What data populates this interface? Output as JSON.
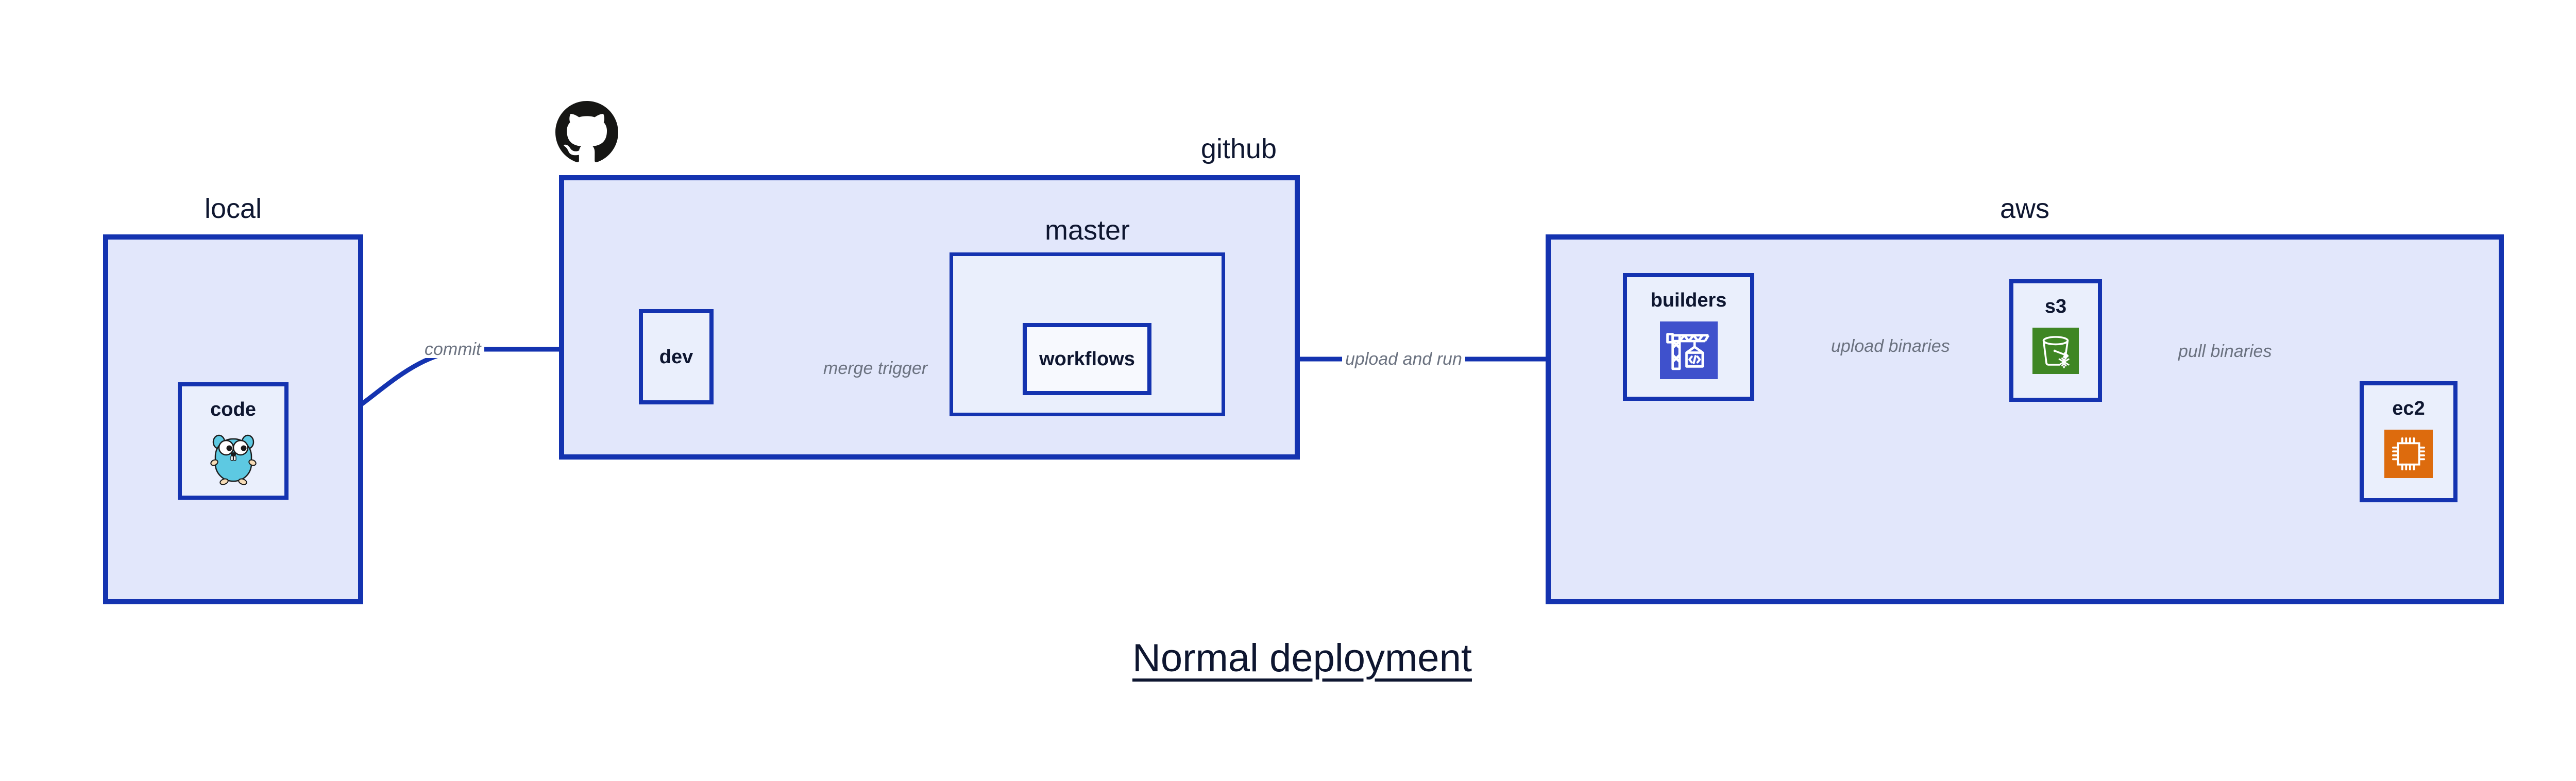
{
  "title": "Normal deployment",
  "colors": {
    "edge": "#1433b0",
    "border": "#1433b0",
    "group_fill": "#e2e7fb",
    "subgroup_fill": "#eaeffc",
    "node_fill": "#eaeffc",
    "node_fill_white": "#f7f9fe",
    "text": "#0e1630",
    "edge_label_text": "#6b7280",
    "builders_icon": "#3f51cc",
    "s3_icon": "#3f8624",
    "ec2_icon": "#dd6b0d",
    "gopher": "#5dc9e2",
    "github_logo": "#161614"
  },
  "groups": [
    {
      "id": "local",
      "label": "local",
      "label_align": "center"
    },
    {
      "id": "github",
      "label": "github",
      "label_align": "right"
    },
    {
      "id": "master",
      "label": "master",
      "label_align": "center"
    },
    {
      "id": "aws",
      "label": "aws",
      "label_align": "center"
    }
  ],
  "nodes": [
    {
      "id": "code",
      "label": "code",
      "icon": "go-gopher-icon",
      "group": "local"
    },
    {
      "id": "dev",
      "label": "dev",
      "icon": "none",
      "group": "github"
    },
    {
      "id": "workflows",
      "label": "workflows",
      "icon": "none",
      "group": "master"
    },
    {
      "id": "builders",
      "label": "builders",
      "icon": "aws-codebuild-crane-icon",
      "group": "aws"
    },
    {
      "id": "s3",
      "label": "s3",
      "icon": "aws-s3-glacier-bucket-icon",
      "group": "aws"
    },
    {
      "id": "ec2",
      "label": "ec2",
      "icon": "aws-ec2-chip-icon",
      "group": "aws"
    }
  ],
  "edges": [
    {
      "id": "commit",
      "from": "code",
      "to": "dev",
      "label": "commit"
    },
    {
      "id": "merge-trigger",
      "from": "dev",
      "to": "workflows",
      "label": "merge trigger"
    },
    {
      "id": "upload-and-run",
      "from": "workflows",
      "to": "builders",
      "label": "upload and run"
    },
    {
      "id": "upload-binaries",
      "from": "builders",
      "to": "s3",
      "label": "upload binaries"
    },
    {
      "id": "pull-binaries",
      "from": "s3",
      "to": "ec2",
      "label": "pull binaries"
    }
  ],
  "icons": {
    "github_mark": "github-octocat-icon"
  }
}
